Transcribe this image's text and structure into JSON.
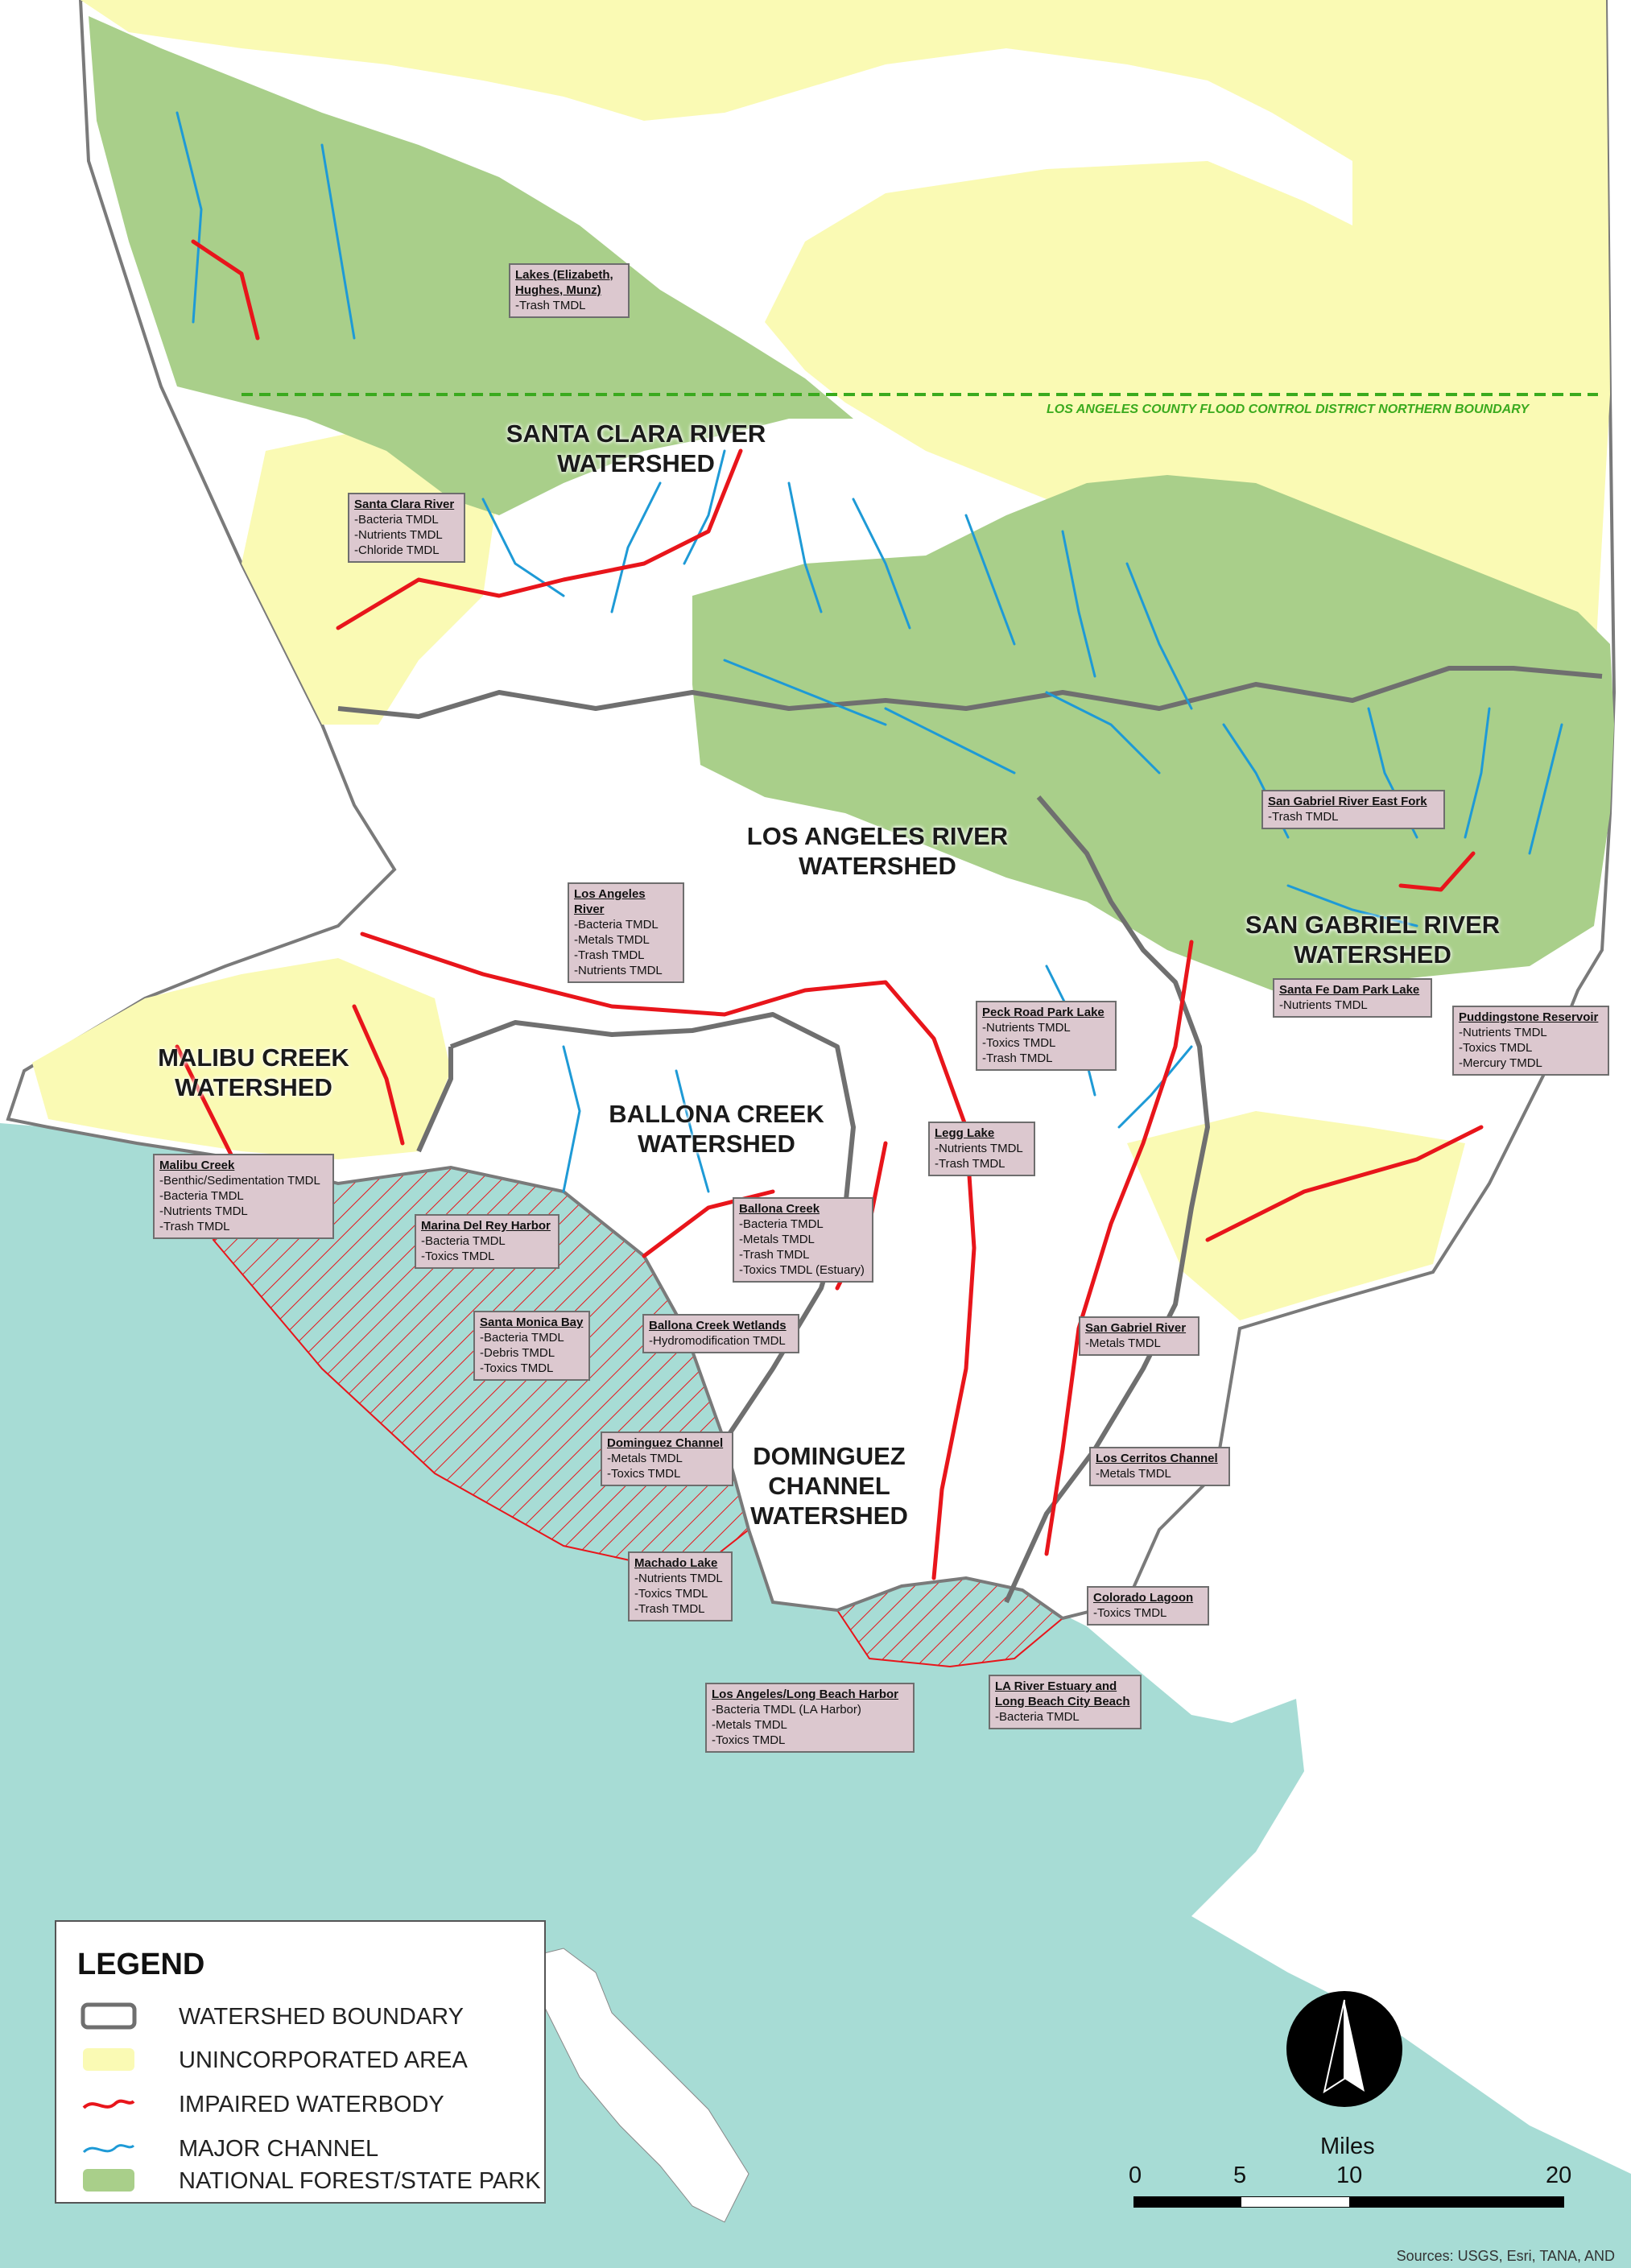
{
  "map": {
    "boundary_note": "LOS ANGELES COUNTY FLOOD CONTROL DISTRICT NORTHERN BOUNDARY",
    "watersheds": [
      {
        "name": "SANTA CLARA RIVER\nWATERSHED"
      },
      {
        "name": "LOS ANGELES RIVER\nWATERSHED"
      },
      {
        "name": "SAN GABRIEL RIVER\nWATERSHED"
      },
      {
        "name": "MALIBU CREEK\nWATERSHED"
      },
      {
        "name": "BALLONA CREEK\nWATERSHED"
      },
      {
        "name": "DOMINGUEZ\nCHANNEL\nWATERSHED"
      }
    ],
    "callouts": [
      {
        "title": "Lakes (Elizabeth, Hughes, Munz)",
        "items": [
          "-Trash TMDL"
        ]
      },
      {
        "title": "Santa Clara River",
        "items": [
          "-Bacteria TMDL",
          "-Nutrients TMDL",
          "-Chloride TMDL"
        ]
      },
      {
        "title": "San Gabriel River East Fork",
        "items": [
          "-Trash TMDL"
        ]
      },
      {
        "title": "Los Angeles River",
        "items": [
          "-Bacteria TMDL",
          "-Metals TMDL",
          "-Trash TMDL",
          "-Nutrients TMDL"
        ]
      },
      {
        "title": "Santa Fe Dam Park Lake",
        "items": [
          "-Nutrients TMDL"
        ]
      },
      {
        "title": "Peck Road Park Lake",
        "items": [
          "-Nutrients TMDL",
          "-Toxics TMDL",
          "-Trash TMDL"
        ]
      },
      {
        "title": "Puddingstone Reservoir",
        "items": [
          "-Nutrients TMDL",
          "-Toxics TMDL",
          "-Mercury TMDL"
        ]
      },
      {
        "title": "Legg Lake",
        "items": [
          "-Nutrients TMDL",
          "-Trash TMDL"
        ]
      },
      {
        "title": "Malibu Creek",
        "items": [
          "-Benthic/Sedimentation TMDL",
          "-Bacteria TMDL",
          "-Nutrients TMDL",
          "-Trash TMDL"
        ]
      },
      {
        "title": "Marina Del Rey Harbor",
        "items": [
          "-Bacteria TMDL",
          "-Toxics TMDL"
        ]
      },
      {
        "title": "Ballona Creek",
        "items": [
          "-Bacteria TMDL",
          "-Metals TMDL",
          "-Trash TMDL",
          "-Toxics TMDL (Estuary)"
        ]
      },
      {
        "title": "Santa Monica Bay",
        "items": [
          "-Bacteria TMDL",
          "-Debris TMDL",
          "-Toxics TMDL"
        ]
      },
      {
        "title": "Ballona Creek Wetlands",
        "items": [
          "-Hydromodification TMDL"
        ]
      },
      {
        "title": "San Gabriel River",
        "items": [
          "-Metals TMDL"
        ]
      },
      {
        "title": "Dominguez Channel",
        "items": [
          "-Metals TMDL",
          "-Toxics TMDL"
        ]
      },
      {
        "title": "Los Cerritos Channel",
        "items": [
          "-Metals TMDL"
        ]
      },
      {
        "title": "Machado Lake",
        "items": [
          "-Nutrients TMDL",
          "-Toxics TMDL",
          "-Trash TMDL"
        ]
      },
      {
        "title": "Colorado Lagoon",
        "items": [
          "-Toxics TMDL"
        ]
      },
      {
        "title": "Los Angeles/Long Beach Harbor",
        "items": [
          "-Bacteria TMDL (LA Harbor)",
          "-Metals TMDL",
          "-Toxics TMDL"
        ]
      },
      {
        "title": "LA River Estuary and Long Beach City Beach",
        "items": [
          "-Bacteria TMDL"
        ]
      }
    ]
  },
  "legend": {
    "title": "LEGEND",
    "items": [
      {
        "label": "WATERSHED BOUNDARY",
        "symbol": "watershed-boundary"
      },
      {
        "label": "UNINCORPORATED AREA",
        "symbol": "unincorporated-area",
        "color": "#fafab4"
      },
      {
        "label": "IMPAIRED WATERBODY",
        "symbol": "impaired-waterbody",
        "color": "#e8151b"
      },
      {
        "label": "MAJOR CHANNEL",
        "symbol": "major-channel",
        "color": "#1e9ad6"
      },
      {
        "label": "NATIONAL FOREST/STATE PARK",
        "symbol": "national-forest",
        "color": "#a9cf8a"
      }
    ]
  },
  "scale_bar": {
    "title": "Miles",
    "ticks": [
      "0",
      "5",
      "10",
      "20"
    ]
  },
  "sources": "Sources: USGS, Esri, TANA, AND",
  "colors": {
    "ocean": "#a7dcd5",
    "land": "#ffffff",
    "forest": "#a9cf8a",
    "unincorporated": "#fafab4",
    "impaired": "#e8151b",
    "channel": "#1e9ad6",
    "boundary": "#6f6f6f",
    "flood_boundary": "#3aaa1e"
  }
}
